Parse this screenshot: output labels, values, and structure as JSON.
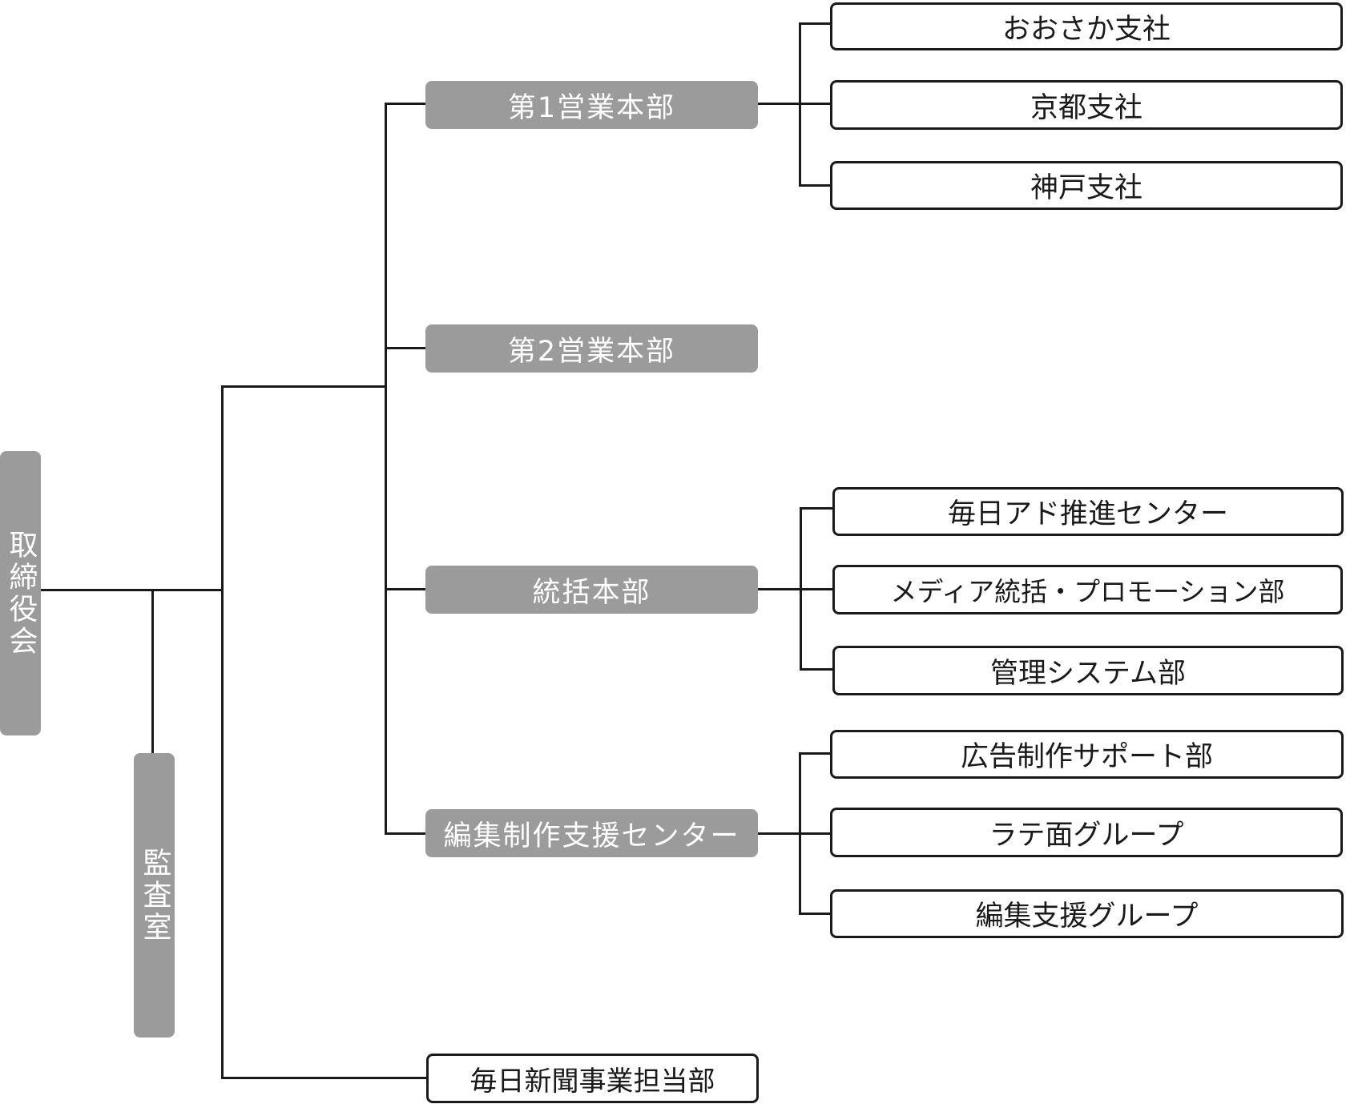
{
  "diagram": {
    "type": "organization-chart",
    "nodes": {
      "board": "取締役会",
      "audit": "監査室",
      "sales1": "第1営業本部",
      "sales2": "第2営業本部",
      "general": "統括本部",
      "edit_center": "編集制作支援センター",
      "news_dept": "毎日新聞事業担当部",
      "osaka": "おおさか支社",
      "kyoto": "京都支社",
      "kobe": "神戸支社",
      "ad_center": "毎日アド推進センター",
      "media_promo": "メディア統括・プロモーション部",
      "mgmt_system": "管理システム部",
      "ad_production": "広告制作サポート部",
      "rate_group": "ラテ面グループ",
      "edit_support": "編集支援グループ"
    },
    "edges": [
      [
        "board",
        "audit"
      ],
      [
        "board",
        "sales1"
      ],
      [
        "board",
        "sales2"
      ],
      [
        "board",
        "general"
      ],
      [
        "board",
        "edit_center"
      ],
      [
        "board",
        "news_dept"
      ],
      [
        "sales1",
        "osaka"
      ],
      [
        "sales1",
        "kyoto"
      ],
      [
        "sales1",
        "kobe"
      ],
      [
        "general",
        "ad_center"
      ],
      [
        "general",
        "media_promo"
      ],
      [
        "general",
        "mgmt_system"
      ],
      [
        "edit_center",
        "ad_production"
      ],
      [
        "edit_center",
        "rate_group"
      ],
      [
        "edit_center",
        "edit_support"
      ]
    ]
  }
}
